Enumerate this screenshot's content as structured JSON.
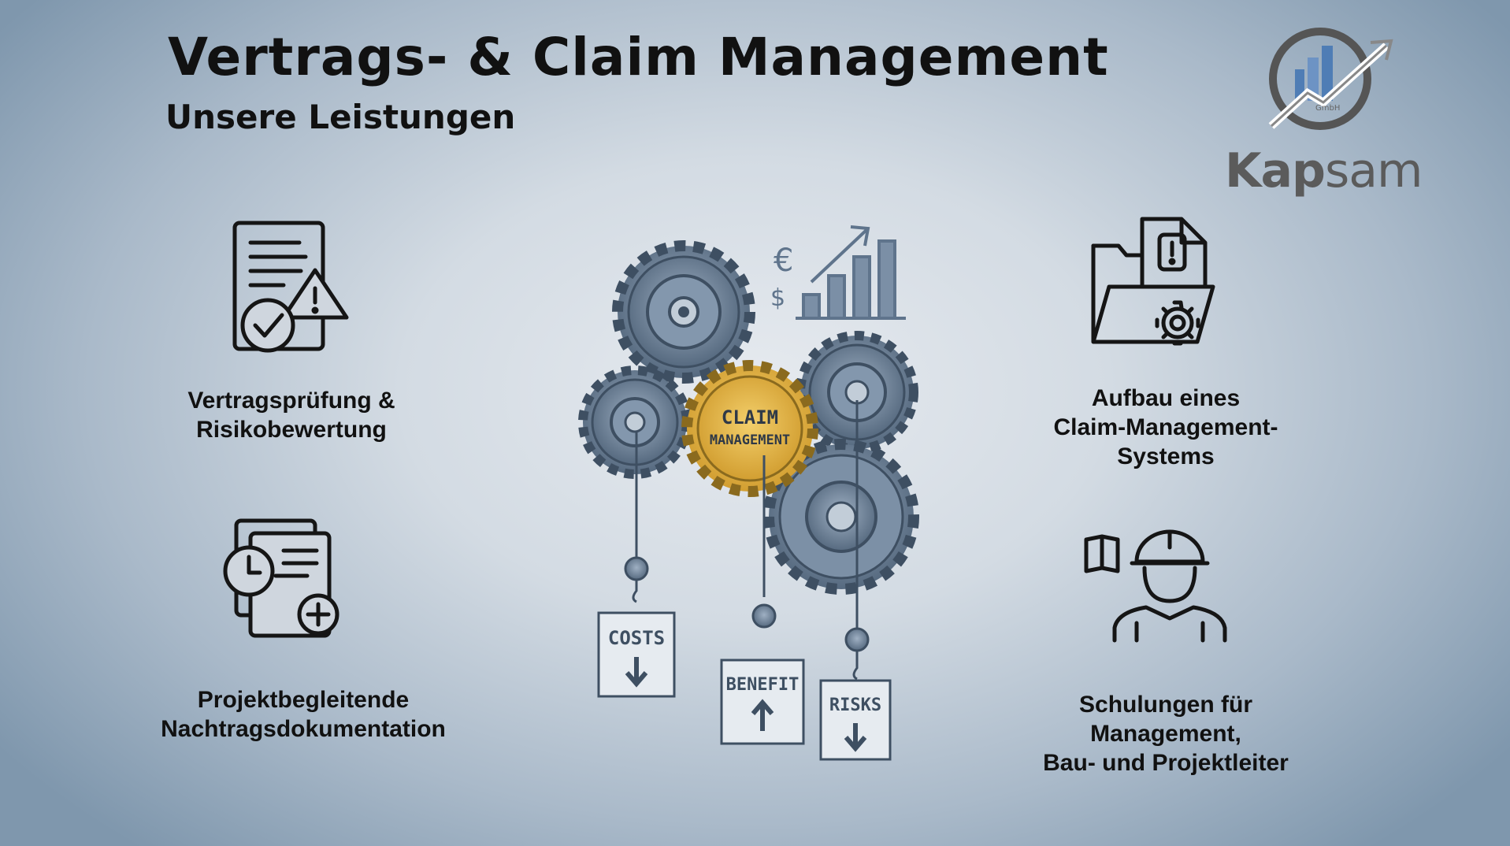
{
  "header": {
    "title": "Vertrags- & Claim Management",
    "subtitle": "Unsere Leistungen"
  },
  "logo": {
    "name": "Kapsam",
    "name_part1": "Kap",
    "name_part2": "sam",
    "gmbh": "GmbH"
  },
  "services": {
    "contract_review": {
      "line1": "Vertragsprüfung &",
      "line2": "Risikobewertung",
      "icon": "contract-warning-icon"
    },
    "documentation": {
      "line1": "Projektbegleitende",
      "line2": "Nachtragsdokumentation",
      "icon": "documents-clock-plus-icon"
    },
    "system_setup": {
      "line1": "Aufbau eines",
      "line2": "Claim-Management-",
      "line3": "Systems",
      "icon": "folder-alert-gear-icon"
    },
    "training": {
      "line1": "Schulungen für",
      "line2": "Management,",
      "line3": "Bau- und Projektleiter",
      "icon": "worker-book-icon"
    }
  },
  "illustration": {
    "center_gear_line1": "CLAIM",
    "center_gear_line2": "MANAGEMENT",
    "currency_euro": "€",
    "currency_dollar": "$",
    "sign_costs": "COSTS",
    "sign_benefit": "BENEFIT",
    "sign_risks": "RISKS"
  },
  "colors": {
    "accent_gold": "#e8b84a",
    "gear_steel": "#6e8299",
    "text": "#111111"
  }
}
